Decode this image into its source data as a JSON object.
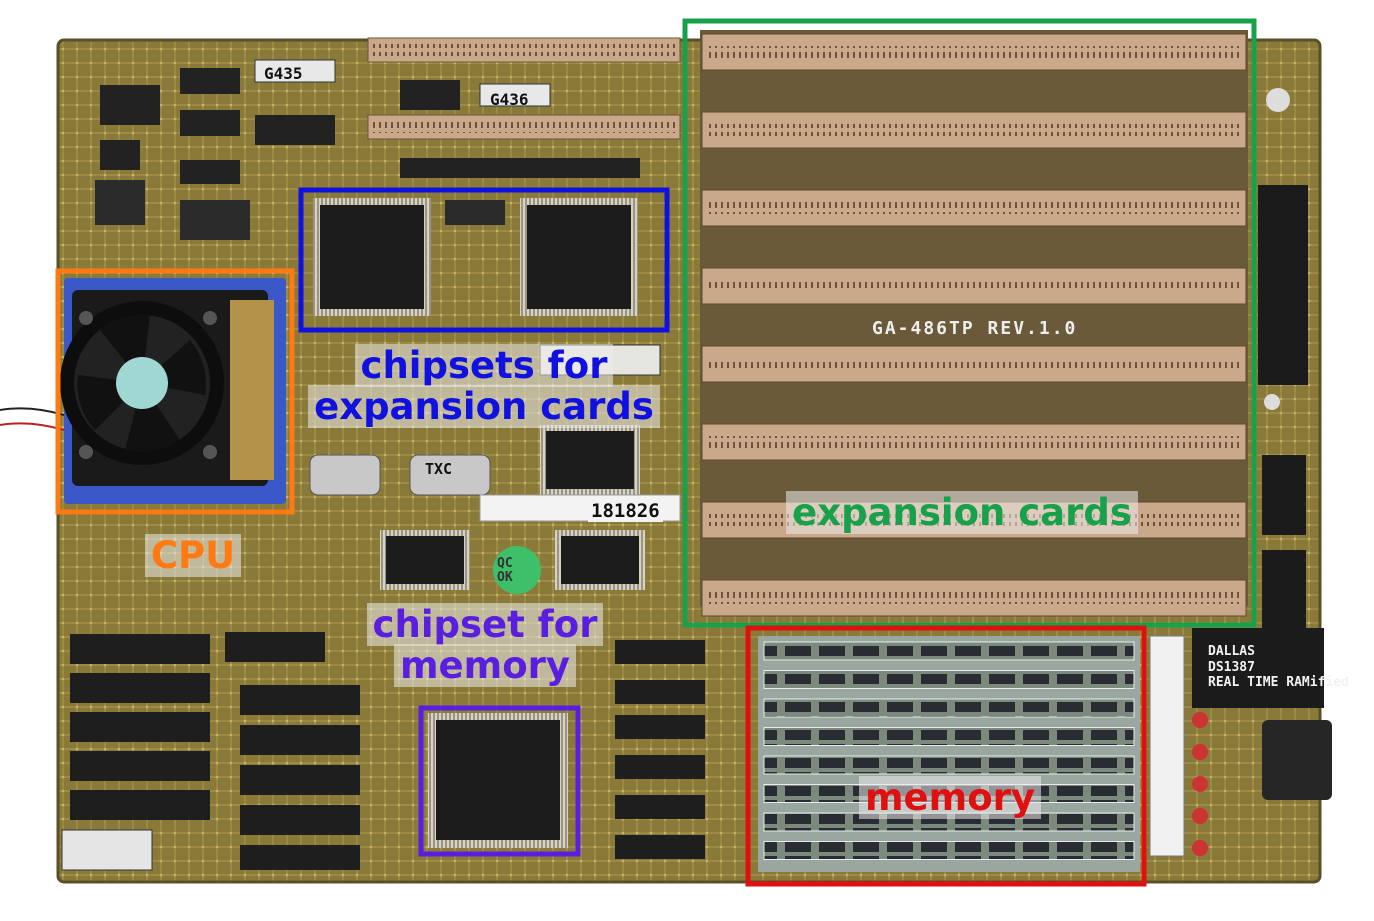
{
  "image": {
    "subject": "motherboard"
  },
  "annotations": [
    {
      "id": "chipsets-expansion",
      "text_lines": [
        "chipsets for",
        "expansion cards"
      ],
      "color": "#1010e0"
    },
    {
      "id": "expansion-cards",
      "text_lines": [
        "expansion cards"
      ],
      "color": "#18a04a"
    },
    {
      "id": "cpu",
      "text_lines": [
        "CPU"
      ],
      "color": "#ff7a12"
    },
    {
      "id": "chipset-memory",
      "text_lines": [
        "chipset for",
        "memory"
      ],
      "color": "#5a1ee0"
    },
    {
      "id": "memory",
      "text_lines": [
        "memory"
      ],
      "color": "#e01010"
    }
  ],
  "board_text": {
    "g435": "G435",
    "g436": "G436",
    "serial": "181826",
    "board_model": "GA-486TP REV.1.0",
    "dallas_line1": "DALLAS",
    "dallas_line2": "DS1387",
    "dallas_line3": "REAL TIME RAMified",
    "txc": "TXC",
    "qc_line1": "QC",
    "qc_line2": "OK"
  }
}
